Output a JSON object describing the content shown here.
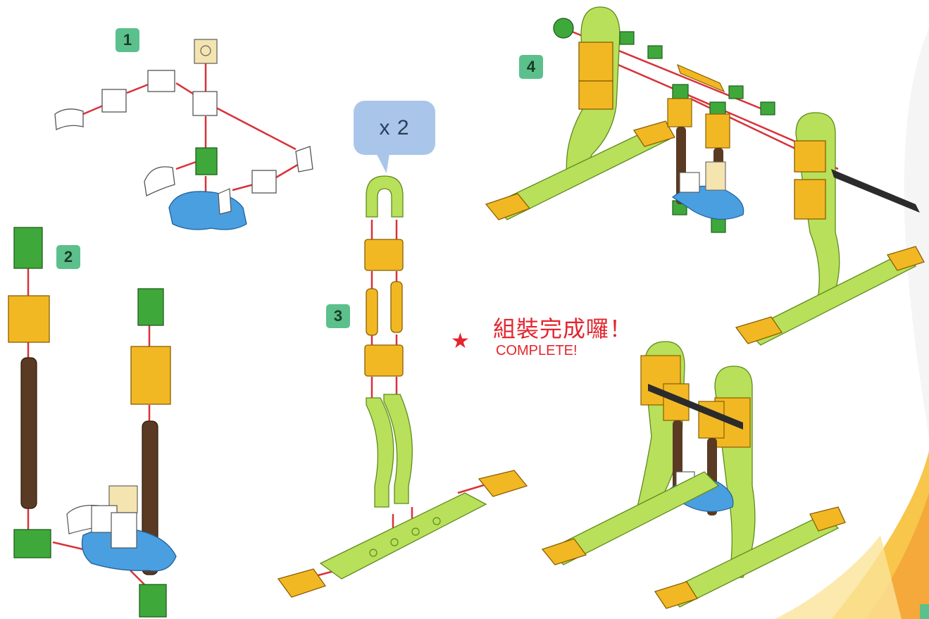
{
  "steps": [
    {
      "number": "1"
    },
    {
      "number": "2"
    },
    {
      "number": "3"
    },
    {
      "number": "4"
    }
  ],
  "bubble": {
    "text": "x 2"
  },
  "completion": {
    "star": "★",
    "text_zh": "組裝完成囉！",
    "text_en": "COMPLETE!"
  },
  "colors": {
    "step_badge": "#5cc08c",
    "bubble": "#a9c6ea",
    "complete_text": "#e3262e",
    "connector_line": "#d8323a",
    "lime_part": "#b8e05a",
    "yellow_part": "#f2b824",
    "green_connector": "#3fa83a",
    "brown_rod": "#5a3a22",
    "blue_base": "#4a9fe0",
    "black_rod": "#2b2b2b",
    "cream_cube": "#f4e4b0"
  }
}
